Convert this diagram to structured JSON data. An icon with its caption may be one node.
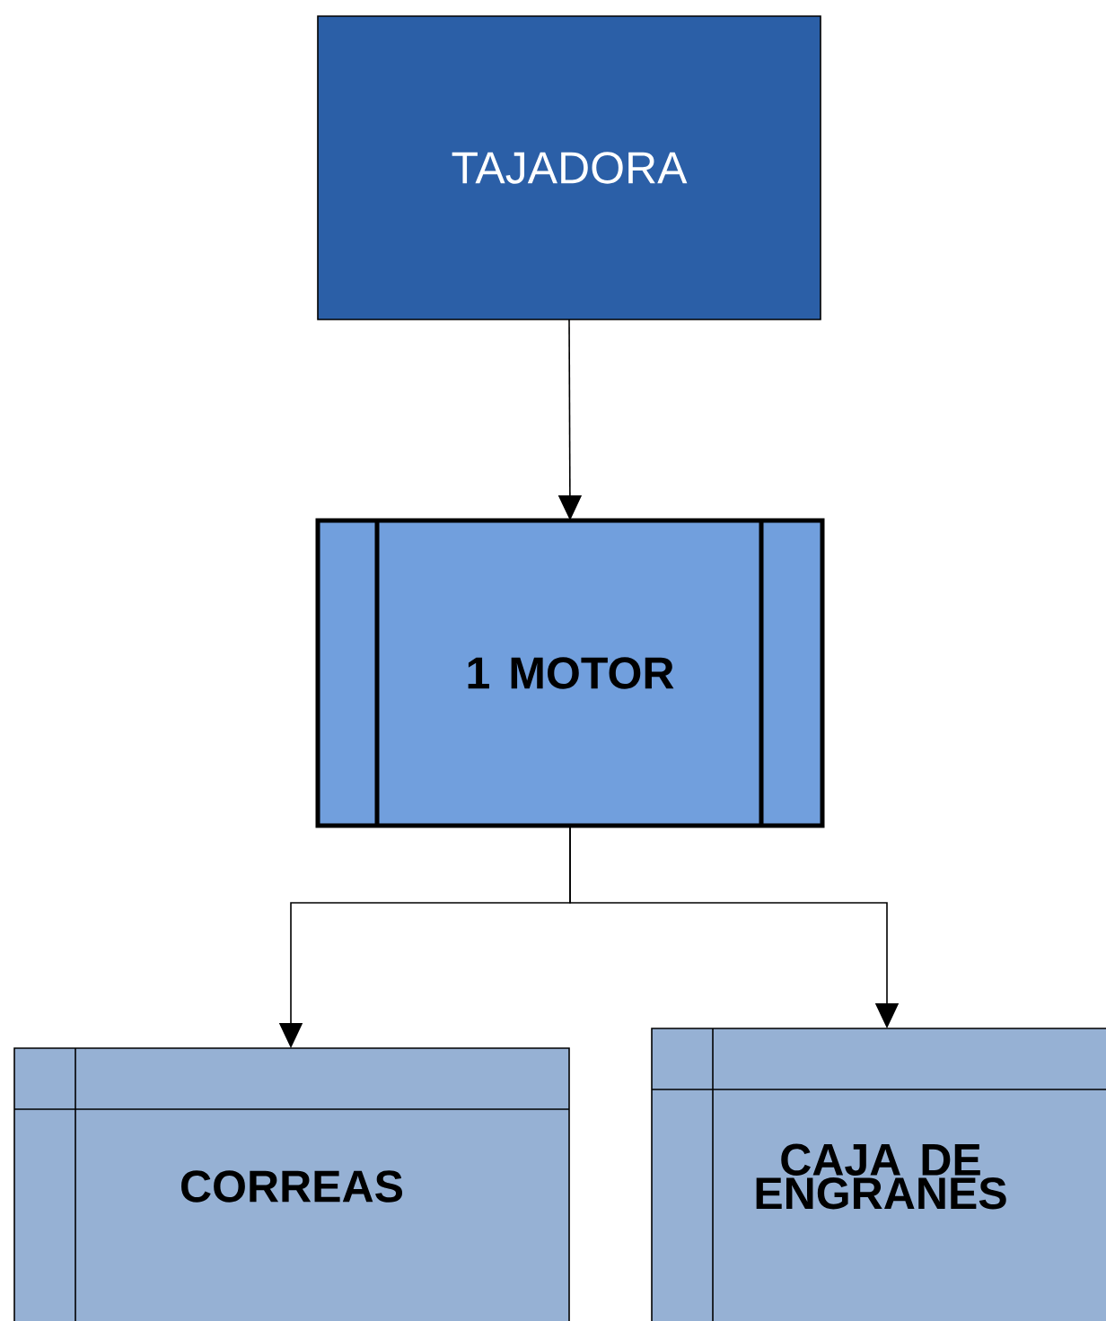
{
  "diagram": {
    "nodes": [
      {
        "text": [
          "TAJADORA"
        ]
      },
      {
        "text": [
          "1 MOTOR"
        ]
      },
      {
        "text": [
          "CORREAS"
        ]
      },
      {
        "text": [
          "CAJA DE ENGRANES"
        ]
      }
    ],
    "edges": [
      {
        "from": 0,
        "to": 1,
        "arrow": "to"
      },
      {
        "from": 1,
        "to": 2,
        "arrow": "to"
      },
      {
        "from": 1,
        "to": 3,
        "arrow": "to"
      }
    ]
  }
}
